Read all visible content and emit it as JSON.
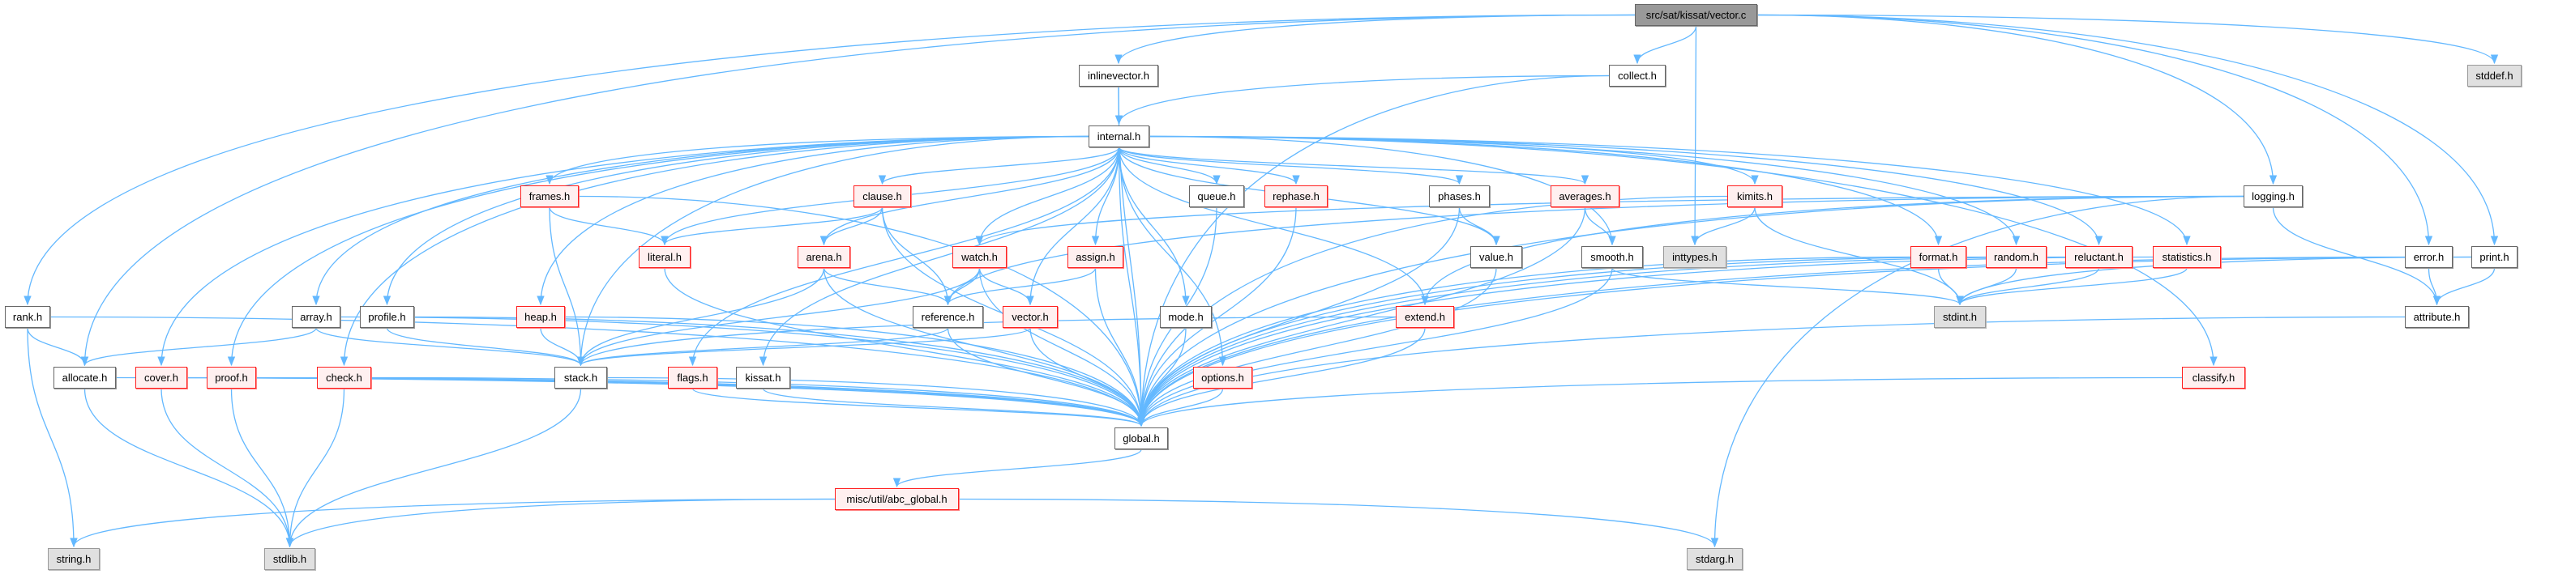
{
  "graph": {
    "colors": {
      "edge": "#63b8ff",
      "red_border": "#ff2020",
      "red_fill": "#fff0f0",
      "sys_fill": "#e0e0e0",
      "root_fill": "#999999"
    },
    "nodes": [
      {
        "id": "vector_c",
        "label": "src/sat/kissat/vector.c",
        "kind": "root"
      },
      {
        "id": "inlinevector",
        "label": "inlinevector.h",
        "kind": "plain"
      },
      {
        "id": "collect",
        "label": "collect.h",
        "kind": "plain"
      },
      {
        "id": "stddef",
        "label": "stddef.h",
        "kind": "sys"
      },
      {
        "id": "internal",
        "label": "internal.h",
        "kind": "plain"
      },
      {
        "id": "frames",
        "label": "frames.h",
        "kind": "red"
      },
      {
        "id": "clause",
        "label": "clause.h",
        "kind": "red"
      },
      {
        "id": "queue",
        "label": "queue.h",
        "kind": "plain"
      },
      {
        "id": "rephase",
        "label": "rephase.h",
        "kind": "red"
      },
      {
        "id": "phases",
        "label": "phases.h",
        "kind": "plain"
      },
      {
        "id": "averages",
        "label": "averages.h",
        "kind": "red"
      },
      {
        "id": "kimits",
        "label": "kimits.h",
        "kind": "red"
      },
      {
        "id": "logging",
        "label": "logging.h",
        "kind": "plain"
      },
      {
        "id": "literal",
        "label": "literal.h",
        "kind": "red"
      },
      {
        "id": "arena",
        "label": "arena.h",
        "kind": "red"
      },
      {
        "id": "watch",
        "label": "watch.h",
        "kind": "red"
      },
      {
        "id": "assign",
        "label": "assign.h",
        "kind": "red"
      },
      {
        "id": "value",
        "label": "value.h",
        "kind": "plain"
      },
      {
        "id": "smooth",
        "label": "smooth.h",
        "kind": "plain"
      },
      {
        "id": "inttypes",
        "label": "inttypes.h",
        "kind": "sys"
      },
      {
        "id": "format",
        "label": "format.h",
        "kind": "red"
      },
      {
        "id": "random",
        "label": "random.h",
        "kind": "red"
      },
      {
        "id": "reluctant",
        "label": "reluctant.h",
        "kind": "red"
      },
      {
        "id": "statistics",
        "label": "statistics.h",
        "kind": "red"
      },
      {
        "id": "error",
        "label": "error.h",
        "kind": "plain"
      },
      {
        "id": "print",
        "label": "print.h",
        "kind": "plain"
      },
      {
        "id": "rank",
        "label": "rank.h",
        "kind": "plain"
      },
      {
        "id": "array",
        "label": "array.h",
        "kind": "plain"
      },
      {
        "id": "profile",
        "label": "profile.h",
        "kind": "plain"
      },
      {
        "id": "heap",
        "label": "heap.h",
        "kind": "red"
      },
      {
        "id": "reference",
        "label": "reference.h",
        "kind": "plain"
      },
      {
        "id": "vector_h",
        "label": "vector.h",
        "kind": "red"
      },
      {
        "id": "mode",
        "label": "mode.h",
        "kind": "plain"
      },
      {
        "id": "extend",
        "label": "extend.h",
        "kind": "red"
      },
      {
        "id": "stdint",
        "label": "stdint.h",
        "kind": "sys"
      },
      {
        "id": "attribute",
        "label": "attribute.h",
        "kind": "plain"
      },
      {
        "id": "allocate",
        "label": "allocate.h",
        "kind": "plain"
      },
      {
        "id": "cover",
        "label": "cover.h",
        "kind": "red"
      },
      {
        "id": "proof",
        "label": "proof.h",
        "kind": "red"
      },
      {
        "id": "check",
        "label": "check.h",
        "kind": "red"
      },
      {
        "id": "stack",
        "label": "stack.h",
        "kind": "plain"
      },
      {
        "id": "flags",
        "label": "flags.h",
        "kind": "red"
      },
      {
        "id": "kissat",
        "label": "kissat.h",
        "kind": "plain"
      },
      {
        "id": "options",
        "label": "options.h",
        "kind": "red"
      },
      {
        "id": "classify",
        "label": "classify.h",
        "kind": "red"
      },
      {
        "id": "global",
        "label": "global.h",
        "kind": "plain"
      },
      {
        "id": "abc_global",
        "label": "misc/util/abc_global.h",
        "kind": "red"
      },
      {
        "id": "string",
        "label": "string.h",
        "kind": "sys"
      },
      {
        "id": "stdlib",
        "label": "stdlib.h",
        "kind": "sys"
      },
      {
        "id": "stdarg",
        "label": "stdarg.h",
        "kind": "sys"
      }
    ],
    "edges": [
      [
        "vector_c",
        "inlinevector"
      ],
      [
        "vector_c",
        "collect"
      ],
      [
        "vector_c",
        "stddef"
      ],
      [
        "vector_c",
        "inttypes"
      ],
      [
        "vector_c",
        "logging"
      ],
      [
        "vector_c",
        "error"
      ],
      [
        "vector_c",
        "print"
      ],
      [
        "vector_c",
        "rank"
      ],
      [
        "vector_c",
        "allocate"
      ],
      [
        "inlinevector",
        "internal"
      ],
      [
        "inlinevector",
        "global"
      ],
      [
        "collect",
        "internal"
      ],
      [
        "collect",
        "global"
      ],
      [
        "internal",
        "frames"
      ],
      [
        "internal",
        "clause"
      ],
      [
        "internal",
        "queue"
      ],
      [
        "internal",
        "rephase"
      ],
      [
        "internal",
        "phases"
      ],
      [
        "internal",
        "averages"
      ],
      [
        "internal",
        "kimits"
      ],
      [
        "internal",
        "literal"
      ],
      [
        "internal",
        "arena"
      ],
      [
        "internal",
        "watch"
      ],
      [
        "internal",
        "assign"
      ],
      [
        "internal",
        "value"
      ],
      [
        "internal",
        "smooth"
      ],
      [
        "internal",
        "format"
      ],
      [
        "internal",
        "random"
      ],
      [
        "internal",
        "reluctant"
      ],
      [
        "internal",
        "statistics"
      ],
      [
        "internal",
        "array"
      ],
      [
        "internal",
        "profile"
      ],
      [
        "internal",
        "heap"
      ],
      [
        "internal",
        "cover"
      ],
      [
        "internal",
        "proof"
      ],
      [
        "internal",
        "check"
      ],
      [
        "internal",
        "stack"
      ],
      [
        "internal",
        "flags"
      ],
      [
        "internal",
        "kissat"
      ],
      [
        "internal",
        "mode"
      ],
      [
        "internal",
        "options"
      ],
      [
        "internal",
        "extend"
      ],
      [
        "internal",
        "classify"
      ],
      [
        "internal",
        "vector_h"
      ],
      [
        "internal",
        "global"
      ],
      [
        "frames",
        "literal"
      ],
      [
        "frames",
        "stack"
      ],
      [
        "frames",
        "global"
      ],
      [
        "clause",
        "literal"
      ],
      [
        "clause",
        "arena"
      ],
      [
        "clause",
        "reference"
      ],
      [
        "clause",
        "global"
      ],
      [
        "arena",
        "stack"
      ],
      [
        "arena",
        "reference"
      ],
      [
        "arena",
        "global"
      ],
      [
        "literal",
        "global"
      ],
      [
        "watch",
        "reference"
      ],
      [
        "watch",
        "vector_h"
      ],
      [
        "watch",
        "stack"
      ],
      [
        "watch",
        "global"
      ],
      [
        "assign",
        "reference"
      ],
      [
        "assign",
        "global"
      ],
      [
        "queue",
        "global"
      ],
      [
        "rephase",
        "global"
      ],
      [
        "phases",
        "value"
      ],
      [
        "phases",
        "global"
      ],
      [
        "averages",
        "smooth"
      ],
      [
        "averages",
        "global"
      ],
      [
        "smooth",
        "global"
      ],
      [
        "smooth",
        "stdint"
      ],
      [
        "value",
        "global"
      ],
      [
        "kimits",
        "inttypes"
      ],
      [
        "kimits",
        "stdint"
      ],
      [
        "kimits",
        "global"
      ],
      [
        "logging",
        "watch"
      ],
      [
        "logging",
        "reference"
      ],
      [
        "logging",
        "extend"
      ],
      [
        "logging",
        "attribute"
      ],
      [
        "logging",
        "global"
      ],
      [
        "logging",
        "stdarg"
      ],
      [
        "format",
        "stdint"
      ],
      [
        "format",
        "global"
      ],
      [
        "random",
        "stdint"
      ],
      [
        "random",
        "global"
      ],
      [
        "reluctant",
        "stdint"
      ],
      [
        "reluctant",
        "global"
      ],
      [
        "statistics",
        "stdint"
      ],
      [
        "statistics",
        "global"
      ],
      [
        "error",
        "attribute"
      ],
      [
        "error",
        "global"
      ],
      [
        "print",
        "stdint"
      ],
      [
        "print",
        "attribute"
      ],
      [
        "print",
        "global"
      ],
      [
        "rank",
        "allocate"
      ],
      [
        "rank",
        "string"
      ],
      [
        "rank",
        "global"
      ],
      [
        "array",
        "allocate"
      ],
      [
        "array",
        "stack"
      ],
      [
        "array",
        "global"
      ],
      [
        "profile",
        "stack"
      ],
      [
        "profile",
        "global"
      ],
      [
        "heap",
        "stack"
      ],
      [
        "heap",
        "global"
      ],
      [
        "reference",
        "stack"
      ],
      [
        "reference",
        "global"
      ],
      [
        "vector_h",
        "stack"
      ],
      [
        "vector_h",
        "global"
      ],
      [
        "mode",
        "global"
      ],
      [
        "extend",
        "stack"
      ],
      [
        "extend",
        "global"
      ],
      [
        "attribute",
        "global"
      ],
      [
        "allocate",
        "stdlib"
      ],
      [
        "allocate",
        "global"
      ],
      [
        "cover",
        "stdlib"
      ],
      [
        "cover",
        "global"
      ],
      [
        "proof",
        "stdlib"
      ],
      [
        "proof",
        "global"
      ],
      [
        "check",
        "stdlib"
      ],
      [
        "check",
        "global"
      ],
      [
        "stack",
        "stdlib"
      ],
      [
        "stack",
        "global"
      ],
      [
        "flags",
        "global"
      ],
      [
        "kissat",
        "global"
      ],
      [
        "options",
        "global"
      ],
      [
        "classify",
        "global"
      ],
      [
        "global",
        "abc_global"
      ],
      [
        "abc_global",
        "string"
      ],
      [
        "abc_global",
        "stdlib"
      ],
      [
        "abc_global",
        "stdarg"
      ]
    ]
  }
}
